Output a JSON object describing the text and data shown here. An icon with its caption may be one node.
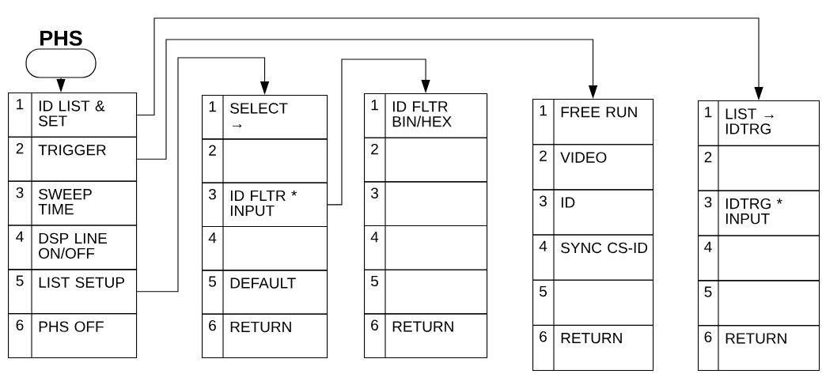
{
  "diagram": {
    "nodes": [
      {
        "text": [
          "PHS"
        ]
      },
      {
        "text": [
          "1",
          "ID LIST & SET"
        ]
      },
      {
        "text": [
          "2",
          "TRIGGER"
        ]
      },
      {
        "text": [
          "3",
          "SWEEP TIME"
        ]
      },
      {
        "text": [
          "4",
          "DSP LINE ON/OFF"
        ]
      },
      {
        "text": [
          "5",
          "LIST SETUP"
        ]
      },
      {
        "text": [
          "6",
          "PHS OFF"
        ]
      },
      {
        "text": [
          "1",
          "SELECT →"
        ]
      },
      {
        "text": [
          "2"
        ]
      },
      {
        "text": [
          "3",
          "ID FLTR * INPUT"
        ]
      },
      {
        "text": [
          "4"
        ]
      },
      {
        "text": [
          "5",
          "DEFAULT"
        ]
      },
      {
        "text": [
          "6",
          "RETURN"
        ]
      },
      {
        "text": [
          "1",
          "ID FLTR BIN/HEX"
        ]
      },
      {
        "text": [
          "2"
        ]
      },
      {
        "text": [
          "3"
        ]
      },
      {
        "text": [
          "4"
        ]
      },
      {
        "text": [
          "5"
        ]
      },
      {
        "text": [
          "6",
          "RETURN"
        ]
      },
      {
        "text": [
          "1",
          "FREE RUN"
        ]
      },
      {
        "text": [
          "2",
          "VIDEO"
        ]
      },
      {
        "text": [
          "3",
          "ID"
        ]
      },
      {
        "text": [
          "4",
          "SYNC CS-ID"
        ]
      },
      {
        "text": [
          "5"
        ]
      },
      {
        "text": [
          "6",
          "RETURN"
        ]
      },
      {
        "text": [
          "1",
          "LIST → IDTRG"
        ]
      },
      {
        "text": [
          "2"
        ]
      },
      {
        "text": [
          "3",
          "IDTRG * INPUT"
        ]
      },
      {
        "text": [
          "4"
        ]
      },
      {
        "text": [
          "5"
        ]
      },
      {
        "text": [
          "6",
          "RETURN"
        ]
      }
    ],
    "edges": [
      {
        "from": 0,
        "to": 1,
        "arrow": "to"
      },
      {
        "from": 1,
        "to": 25,
        "arrow": "to"
      },
      {
        "from": 2,
        "to": 19,
        "arrow": "to"
      },
      {
        "from": 5,
        "to": 7,
        "arrow": "to"
      },
      {
        "from": 9,
        "to": 13,
        "arrow": "to"
      }
    ]
  }
}
